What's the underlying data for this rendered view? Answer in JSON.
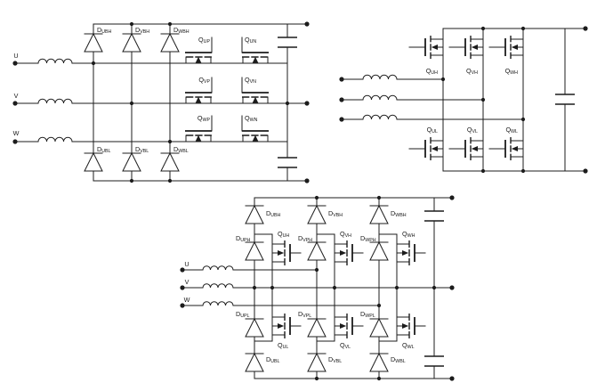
{
  "colors": {
    "line": "#1c1c1c",
    "background": "#ffffff"
  },
  "circuit_top_left": {
    "inputs": [
      "U",
      "V",
      "W"
    ],
    "top_diodes": [
      {
        "p": "D",
        "s": "UBH"
      },
      {
        "p": "D",
        "s": "VBH"
      },
      {
        "p": "D",
        "s": "WBH"
      }
    ],
    "bottom_diodes": [
      {
        "p": "D",
        "s": "UBL"
      },
      {
        "p": "D",
        "s": "VBL"
      },
      {
        "p": "D",
        "s": "WBL"
      }
    ],
    "switch_pairs": [
      [
        {
          "p": "Q",
          "s": "UP"
        },
        {
          "p": "Q",
          "s": "UN"
        }
      ],
      [
        {
          "p": "Q",
          "s": "VP"
        },
        {
          "p": "Q",
          "s": "VN"
        }
      ],
      [
        {
          "p": "Q",
          "s": "WP"
        },
        {
          "p": "Q",
          "s": "WN"
        }
      ]
    ]
  },
  "circuit_top_right": {
    "high_side_switches": [
      {
        "p": "Q",
        "s": "UH"
      },
      {
        "p": "Q",
        "s": "VH"
      },
      {
        "p": "Q",
        "s": "WH"
      }
    ],
    "low_side_switches": [
      {
        "p": "Q",
        "s": "UL"
      },
      {
        "p": "Q",
        "s": "VL"
      },
      {
        "p": "Q",
        "s": "WL"
      }
    ]
  },
  "circuit_bottom": {
    "inputs": [
      "U",
      "V",
      "W"
    ],
    "boost_diodes_high": [
      {
        "p": "D",
        "s": "UBH"
      },
      {
        "p": "D",
        "s": "VBH"
      },
      {
        "p": "D",
        "s": "WBH"
      }
    ],
    "clamp_diodes_high": [
      {
        "p": "D",
        "s": "UPH"
      },
      {
        "p": "D",
        "s": "VPH"
      },
      {
        "p": "D",
        "s": "WPH"
      }
    ],
    "clamp_diodes_low": [
      {
        "p": "D",
        "s": "UPL"
      },
      {
        "p": "D",
        "s": "VPL"
      },
      {
        "p": "D",
        "s": "WPL"
      }
    ],
    "boost_diodes_low": [
      {
        "p": "D",
        "s": "UBL"
      },
      {
        "p": "D",
        "s": "VBL"
      },
      {
        "p": "D",
        "s": "WBL"
      }
    ],
    "switches_high": [
      {
        "p": "Q",
        "s": "UH"
      },
      {
        "p": "Q",
        "s": "VH"
      },
      {
        "p": "Q",
        "s": "WH"
      }
    ],
    "switches_low": [
      {
        "p": "Q",
        "s": "UL"
      },
      {
        "p": "Q",
        "s": "VL"
      },
      {
        "p": "Q",
        "s": "WL"
      }
    ]
  }
}
